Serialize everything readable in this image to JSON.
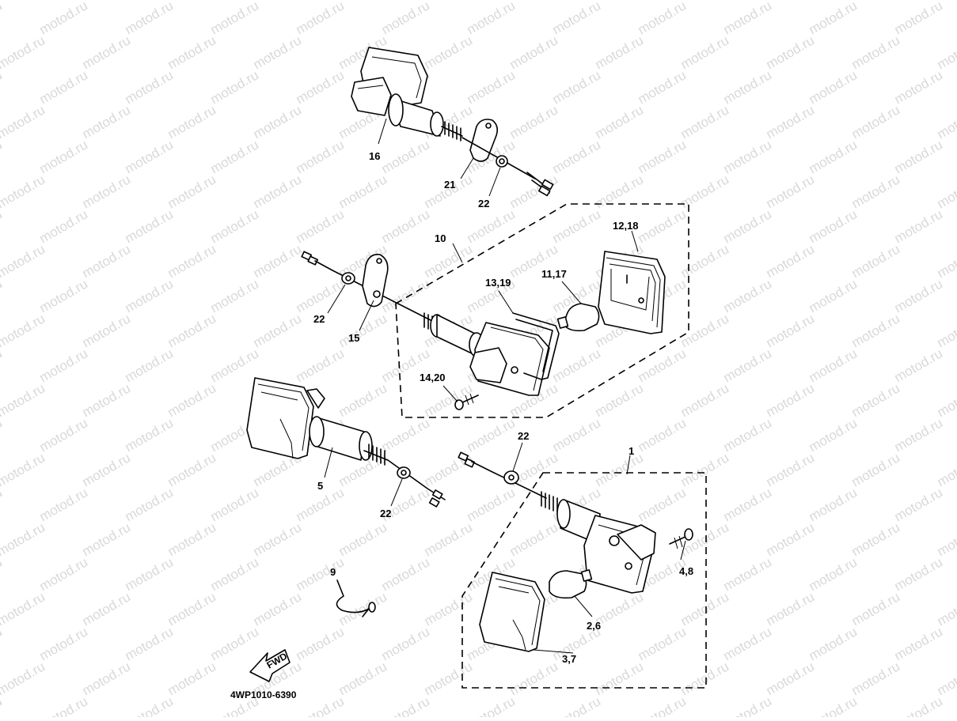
{
  "diagram": {
    "watermark": "motod.ru",
    "drawing_code": "4WP1010-6390",
    "fwd_label": "FWD",
    "callouts": {
      "c1": "1",
      "c2_6": "2,6",
      "c3_7": "3,7",
      "c4_8": "4,8",
      "c5": "5",
      "c9": "9",
      "c10": "10",
      "c11_17": "11,17",
      "c12_18": "12,18",
      "c13_19": "13,19",
      "c14_20": "14,20",
      "c15": "15",
      "c16": "16",
      "c21": "21",
      "c22_top": "22",
      "c22_midleft": "22",
      "c22_lower": "22",
      "c22_right": "22"
    }
  }
}
